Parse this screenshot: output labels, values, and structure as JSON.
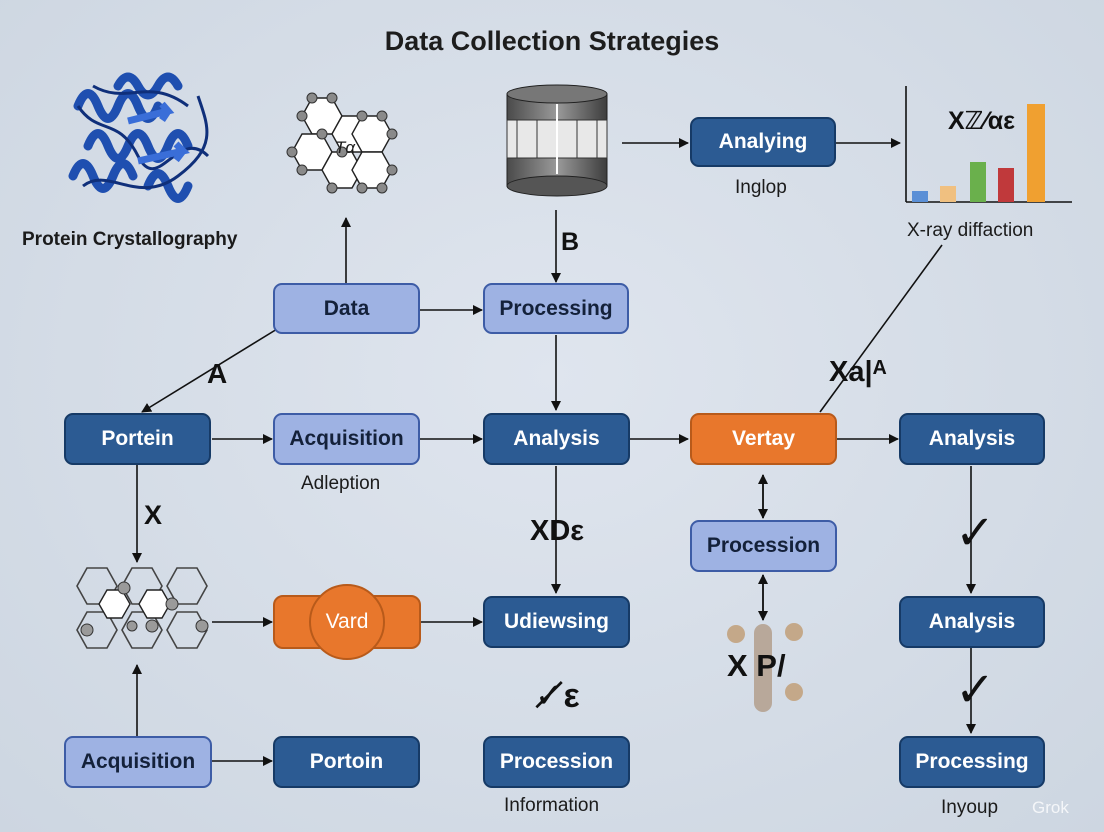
{
  "title": "Data Collection Strategies",
  "nodes": {
    "analying": "Analying",
    "data": "Data",
    "processing_top": "Processing",
    "portein": "Portein",
    "acquisition_mid": "Acquisition",
    "analysis_center": "Analysis",
    "vertay": "Vertay",
    "analysis_right": "Analysis",
    "procession_mid": "Procession",
    "vard": "Vard",
    "udiewsing": "Udiewsing",
    "analysis_lower_right": "Analysis",
    "acquisition_bottom": "Acquisition",
    "portoin": "Portoin",
    "procession_bottom": "Procession",
    "processing_bottom_right": "Processing"
  },
  "labels": {
    "protein_crystallography": "Protein Crystallography",
    "inglop": "Inglop",
    "xray_diffaction": "X-ray diffaction",
    "adleption": "Adleption",
    "information": "Information",
    "inyoup": "Inyoup",
    "hex_cell": "Tα",
    "chart_overlay": "Xℤ⁄αε",
    "letter_a": "A",
    "letter_b": "B",
    "letter_x": "X",
    "xd": "XDε",
    "check_scribble": "✓̸ε",
    "xp": "X P/",
    "xa": "Xa|ᴬ",
    "check1": "✓",
    "check2": "✓",
    "watermark": "Grok"
  },
  "colors": {
    "dark_node": "#2c5b93",
    "light_node": "#9eb2e3",
    "orange_node": "#e8772c",
    "protein": "#1f4fb0"
  }
}
